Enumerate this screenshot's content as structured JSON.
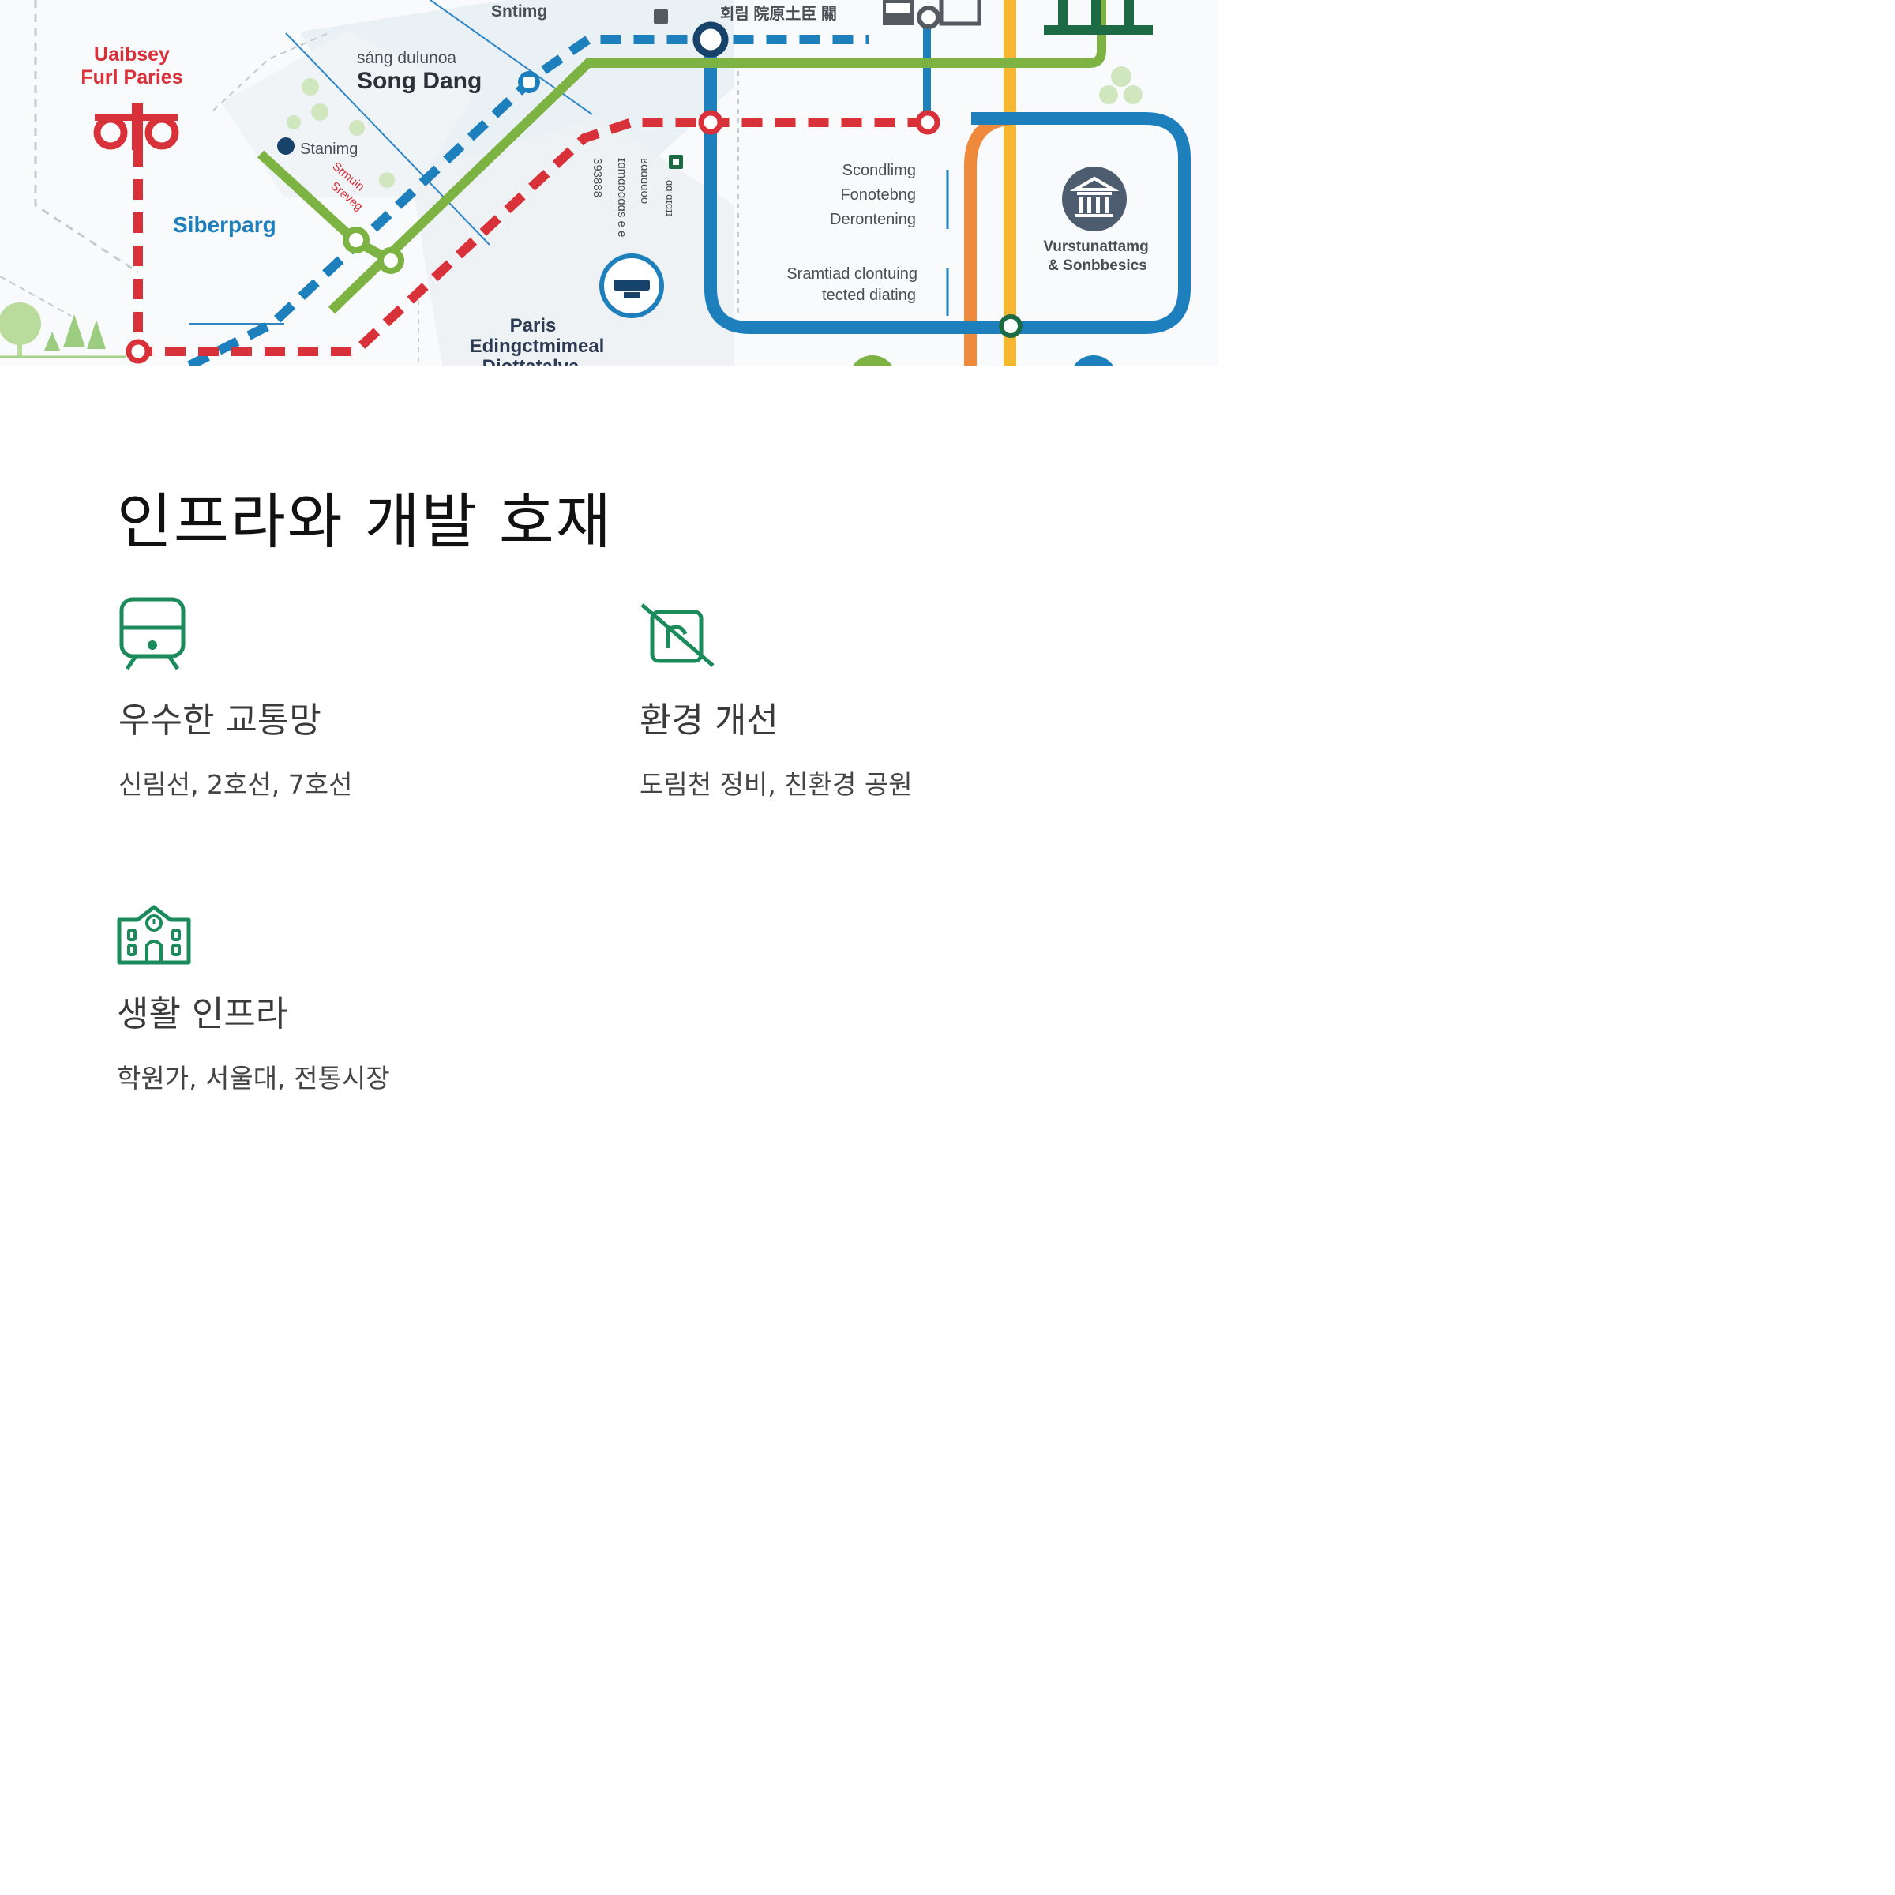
{
  "map": {
    "labels": {
      "sntimg": "Sntimg",
      "kr_station": "회림 院原土臣 關",
      "uaibsey_1": "Uaibsey",
      "uaibsey_2": "Furl Paries",
      "song_sub": "sáng dulunoa",
      "song_main": "Song Dang",
      "staenimg": "Stanimg",
      "rot_1": "Srmuin",
      "rot_2": "Sreveg",
      "siberparg": "Siberparg",
      "vert_1": "393888",
      "vert_2": "ɪɑmɑoɑɑɑs e e",
      "vert_3": "ʁɑɑɑɑoo",
      "vert_4": "ɑɑ꞉ɑɪɑɪɪ",
      "scond_1": "Scondlimg",
      "scond_2": "Fonotebng",
      "scond_3": "Derontening",
      "vurst_1": "Vurstunattamg",
      "vurst_2": "& Sonbbesics",
      "sram_1": "Sramtiad clontuing",
      "sram_2": "tected diating",
      "paris_1": "Paris",
      "paris_2": "Edingctmimeal",
      "paris_3": "Diottatalva"
    },
    "colors": {
      "red": "#d8313a",
      "blue": "#1e7fbd",
      "navy": "#17436b",
      "green": "#7cb342",
      "orange": "#ef8a3c",
      "yellow": "#f6b62f",
      "darkgreen": "#1d6b45",
      "dark": "#555a61"
    }
  },
  "section": {
    "title": "인프라와 개발 호재"
  },
  "features": [
    {
      "icon": "train-icon",
      "title": "우수한 교통망",
      "desc": "신림선, 2호선, 7호선"
    },
    {
      "icon": "eco-off-icon",
      "title": "환경 개선",
      "desc": "도림천 정비, 친환경 공원"
    },
    {
      "icon": "school-icon",
      "title": "생활 인프라",
      "desc": "학원가, 서울대, 전통시장"
    }
  ],
  "theme": {
    "accent": "#1b8b5c"
  }
}
